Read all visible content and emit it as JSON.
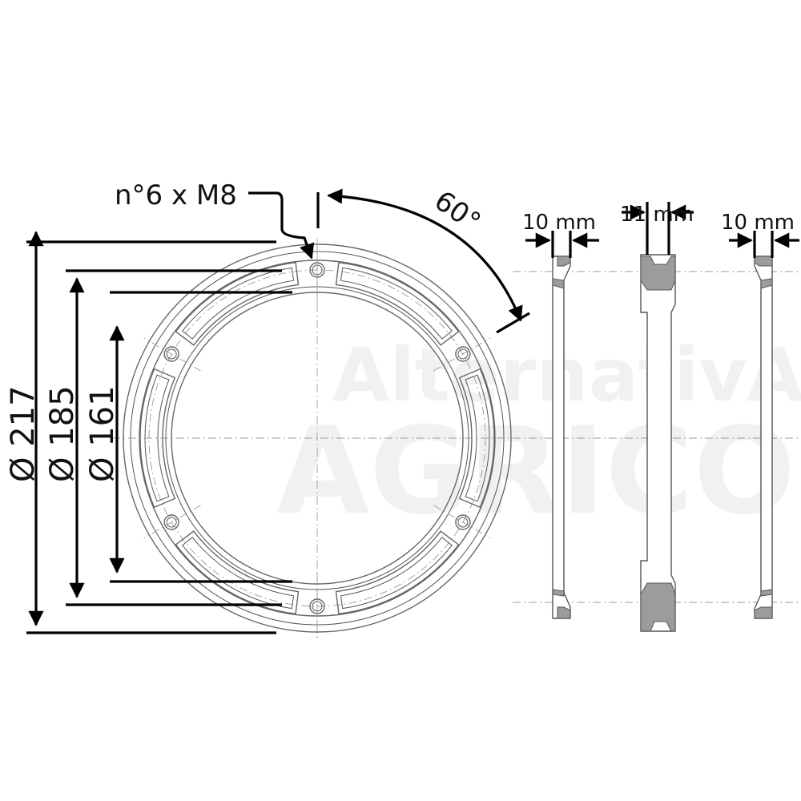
{
  "watermark": {
    "line1": "AlternativA",
    "line2": "AGRICOLA"
  },
  "labels": {
    "holes": "n°6 x M8",
    "angle": "60°",
    "diameter_outer": "Ø 217",
    "diameter_middle": "Ø 185",
    "diameter_inner": "Ø 161",
    "width_left": "10 mm",
    "width_center": "11 mm",
    "width_right": "10 mm"
  },
  "colors": {
    "line": "#000000",
    "outline": "#555555",
    "shade": "#9c9c9c"
  }
}
